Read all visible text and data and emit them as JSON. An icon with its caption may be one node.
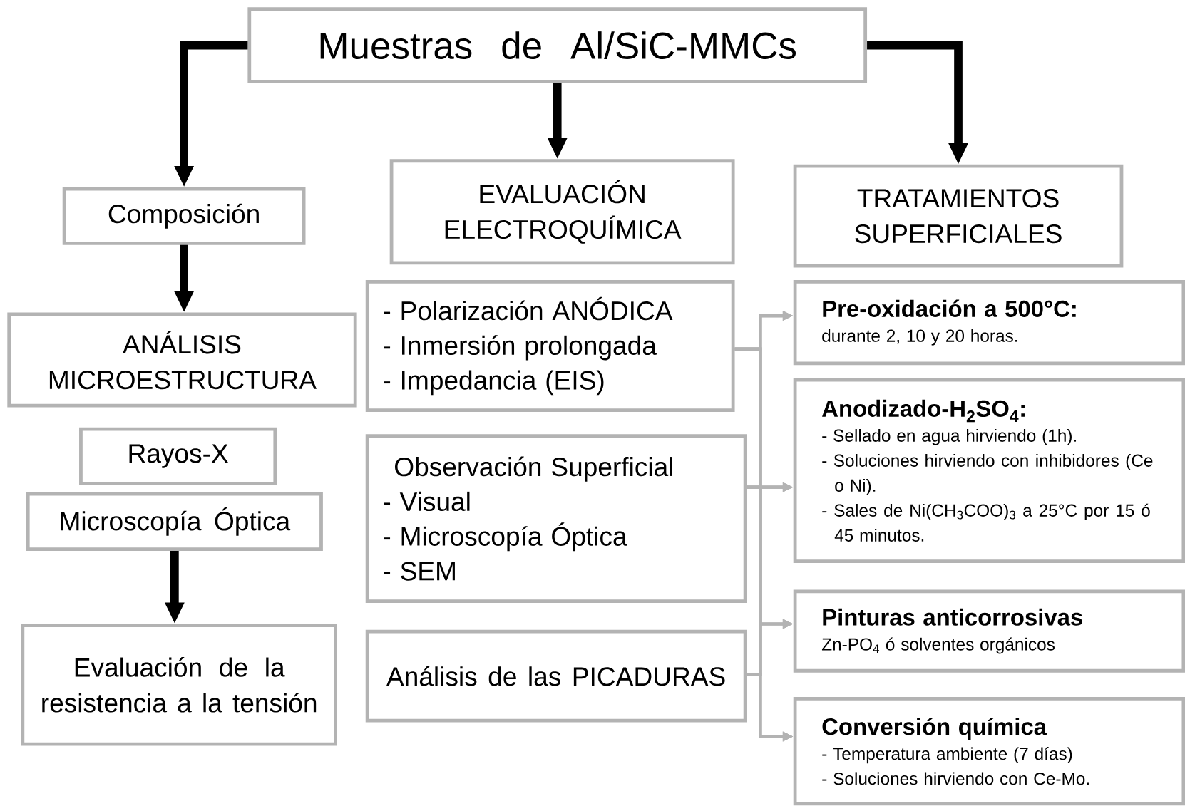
{
  "diagram": {
    "nodes": [
      {
        "text": [
          "Muestras de Al/SiC-MMCs"
        ]
      },
      {
        "text": [
          "Composición"
        ]
      },
      {
        "text": [
          "ANÁLISIS MICROESTRUCTURA"
        ]
      },
      {
        "text": [
          "Rayos-X"
        ]
      },
      {
        "text": [
          "Microscopía Óptica"
        ]
      },
      {
        "text": [
          "Evaluación de la resistencia a la tensión"
        ]
      },
      {
        "text": [
          "EVALUACIÓN ELECTROQUÍMICA"
        ]
      },
      {
        "text": [
          "- Polarización ANÓDICA",
          "- Inmersión prolongada",
          "- Impedancia (EIS)"
        ]
      },
      {
        "text": [
          "Observación Superficial",
          "- Visual",
          "- Microscopía Óptica",
          "- SEM"
        ]
      },
      {
        "text": [
          "Análisis de las PICADURAS"
        ]
      },
      {
        "text": [
          "TRATAMIENTOS SUPERFICIALES"
        ]
      },
      {
        "text": [
          "Pre-oxidación a 500°C:",
          "durante 2, 10 y 20 horas."
        ]
      },
      {
        "text": [
          "Anodizado-H$_{2}$SO$_{4}$:",
          "- Sellado en agua hirviendo (1h).",
          "- Soluciones hirviendo con inhibidores (Ce o Ni).",
          "- Sales de Ni(CH$_{3}$COO)$_{3}$ a 25°C por 15 ó 45 minutos."
        ]
      },
      {
        "text": [
          "Pinturas anticorrosivas",
          "Zn-PO$_{4}$ ó solventes orgánicos"
        ]
      },
      {
        "text": [
          "Conversión química",
          "- Temperatura ambiente (7 días)",
          "- Soluciones hirviendo con Ce-Mo."
        ]
      }
    ],
    "edges": [
      {
        "from": 0,
        "to": 1,
        "arrow": "to",
        "style": "thick",
        "color": "#000000"
      },
      {
        "from": 0,
        "to": 6,
        "arrow": "to",
        "style": "thick",
        "color": "#000000"
      },
      {
        "from": 0,
        "to": 10,
        "arrow": "to",
        "style": "thick",
        "color": "#000000"
      },
      {
        "from": 1,
        "to": 2,
        "arrow": "to",
        "style": "thick",
        "color": "#000000"
      },
      {
        "from": 4,
        "to": 5,
        "arrow": "to",
        "style": "thick",
        "color": "#000000"
      },
      {
        "from": 7,
        "to": 11,
        "arrow": "to"
      },
      {
        "from": 7,
        "to": 12,
        "arrow": "to"
      },
      {
        "from": 7,
        "to": 13,
        "arrow": "to"
      },
      {
        "from": 7,
        "to": 14,
        "arrow": "to"
      },
      {
        "from": 8,
        "to": 11,
        "arrow": "to"
      },
      {
        "from": 8,
        "to": 12,
        "arrow": "to"
      },
      {
        "from": 8,
        "to": 13,
        "arrow": "to"
      },
      {
        "from": 8,
        "to": 14,
        "arrow": "to"
      },
      {
        "from": 9,
        "to": 11,
        "arrow": "to"
      },
      {
        "from": 9,
        "to": 12,
        "arrow": "to"
      },
      {
        "from": 9,
        "to": 13,
        "arrow": "to"
      },
      {
        "from": 9,
        "to": 14,
        "arrow": "to"
      }
    ]
  }
}
